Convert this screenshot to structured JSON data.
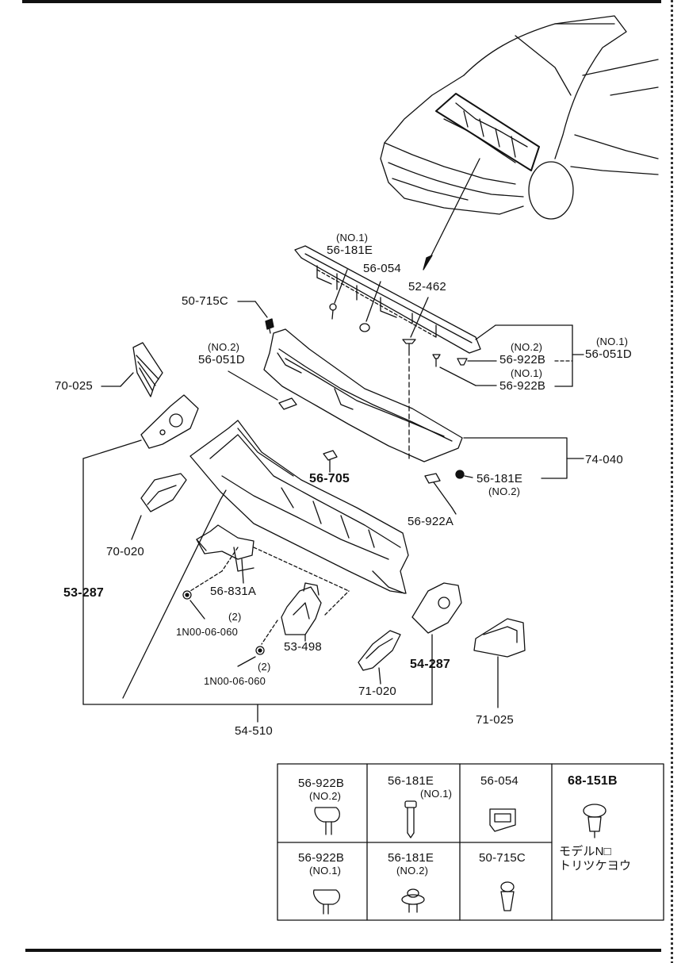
{
  "callouts": {
    "p56181e_no1_note": "(NO.1)",
    "p56181e_no1": "56-181E",
    "p56054": "56-054",
    "p52462": "52-462",
    "p50715c": "50-715C",
    "p56051d_no2_note": "(NO.2)",
    "p56051d_no2": "56-051D",
    "p70025": "70-025",
    "p56922b_no2_note": "(NO.2)",
    "p56922b_no2": "56-922B",
    "p56922b_no1_note": "(NO.1)",
    "p56922b_no1": "56-922B",
    "p56051d_no1_note": "(NO.1)",
    "p56051d_no1": "56-051D",
    "p74040": "74-040",
    "p56705": "56-705",
    "p56181e_no2": "56-181E",
    "p56181e_no2_note": "(NO.2)",
    "p56922a": "56-922A",
    "p70020": "70-020",
    "p53287": "53-287",
    "p56831a": "56-831A",
    "qty1": "(2)",
    "bolt1": "1N00-06-060",
    "p53498": "53-498",
    "qty2": "(2)",
    "bolt2": "1N00-06-060",
    "p54287": "54-287",
    "p71020": "71-020",
    "p71025": "71-025",
    "p54510": "54-510"
  },
  "legend": {
    "c1": {
      "part": "56-922B",
      "note": "(NO.2)"
    },
    "c2": {
      "part": "56-181E",
      "note": "(NO.1)"
    },
    "c3": {
      "part": "56-054"
    },
    "c4": {
      "part": "68-151B",
      "note_line1": "モデルN□",
      "note_line2": "トリツケヨウ"
    },
    "c5": {
      "part": "56-922B",
      "note": "(NO.1)"
    },
    "c6": {
      "part": "56-181E",
      "note": "(NO.2)"
    },
    "c7": {
      "part": "50-715C"
    }
  }
}
